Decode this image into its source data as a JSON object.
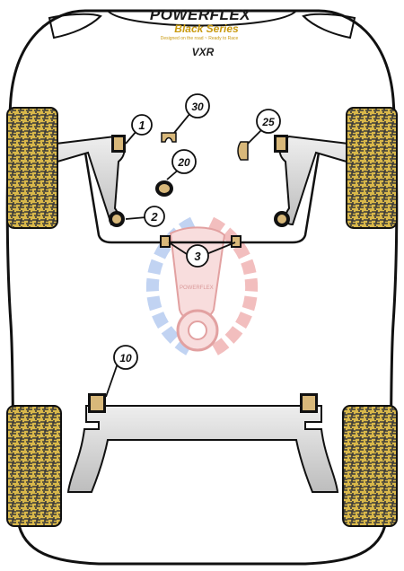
{
  "logo": {
    "brand": "POWERFLEX",
    "series": "Black Series",
    "tagline": "Designed on the road ~ Ready to Race"
  },
  "model": "VXR",
  "callouts": [
    {
      "id": "1",
      "label": "1"
    },
    {
      "id": "2",
      "label": "2"
    },
    {
      "id": "3",
      "label": "3"
    },
    {
      "id": "10",
      "label": "10"
    },
    {
      "id": "20",
      "label": "20"
    },
    {
      "id": "25",
      "label": "25"
    },
    {
      "id": "30",
      "label": "30"
    }
  ],
  "watermark": {
    "icon": "piston-gear-watermark",
    "text": "POWERFLEX"
  },
  "colors": {
    "car_outline": "#111111",
    "tyre_fill": "#d9b84a",
    "tyre_pattern": "#3a3a3a",
    "arm_fill": "#d6d6d6",
    "bush_fill": "#111111",
    "bush_accent": "#d8b87a",
    "watermark_red": "#e88a8a",
    "watermark_blue": "#8fb0e8"
  }
}
